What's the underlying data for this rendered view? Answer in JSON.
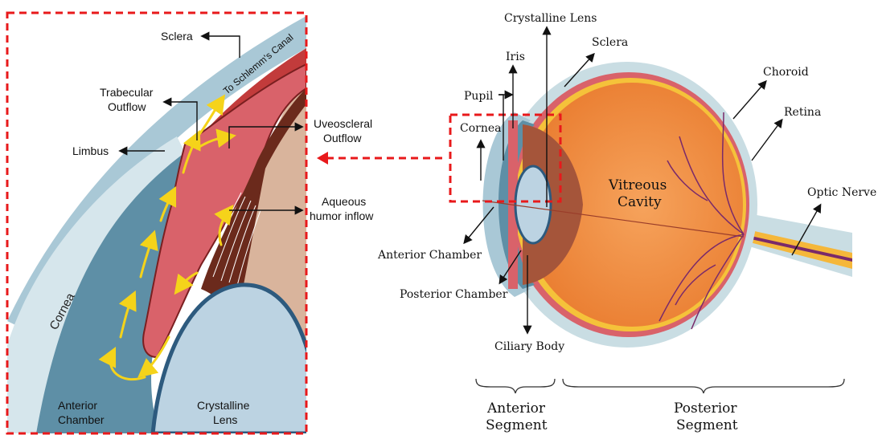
{
  "left_panel": {
    "labels": {
      "sclera": "Sclera",
      "schlemm": "To Schlemm's Canal",
      "trabecular": [
        "Trabecular",
        "Outflow"
      ],
      "uveoscleral": [
        "Uveoscleral",
        "Outflow"
      ],
      "limbus": "Limbus",
      "aqueous": [
        "Aqueous",
        "humor inflow"
      ],
      "cornea": "Cornea",
      "anterior_chamber": [
        "Anterior",
        "Chamber"
      ],
      "crystalline_lens": [
        "Crystalline",
        "Lens"
      ]
    }
  },
  "right_panel": {
    "labels": {
      "crystalline_lens": "Crystalline Lens",
      "iris": "Iris",
      "sclera": "Sclera",
      "pupil": "Pupil",
      "choroid": "Choroid",
      "cornea": "Cornea",
      "retina": "Retina",
      "vitreous": [
        "Vitreous",
        "Cavity"
      ],
      "optic_nerve": "Optic Nerve",
      "anterior_chamber": "Anterior Chamber",
      "posterior_chamber": "Posterior Chamber",
      "ciliary_body": "Ciliary Body"
    },
    "segments": {
      "anterior": [
        "Anterior",
        "Segment"
      ],
      "posterior": [
        "Posterior",
        "Segment"
      ]
    }
  },
  "colors": {
    "highlight_dash": "#e8191b",
    "flow_arrow": "#f5d31a",
    "sclera": "#c9dde3",
    "iris_red": "#d9626a",
    "vitreous_orange": "#ef8a3a",
    "lens": "#bcd3e2",
    "chamber_blue": "#5e8fa6"
  }
}
